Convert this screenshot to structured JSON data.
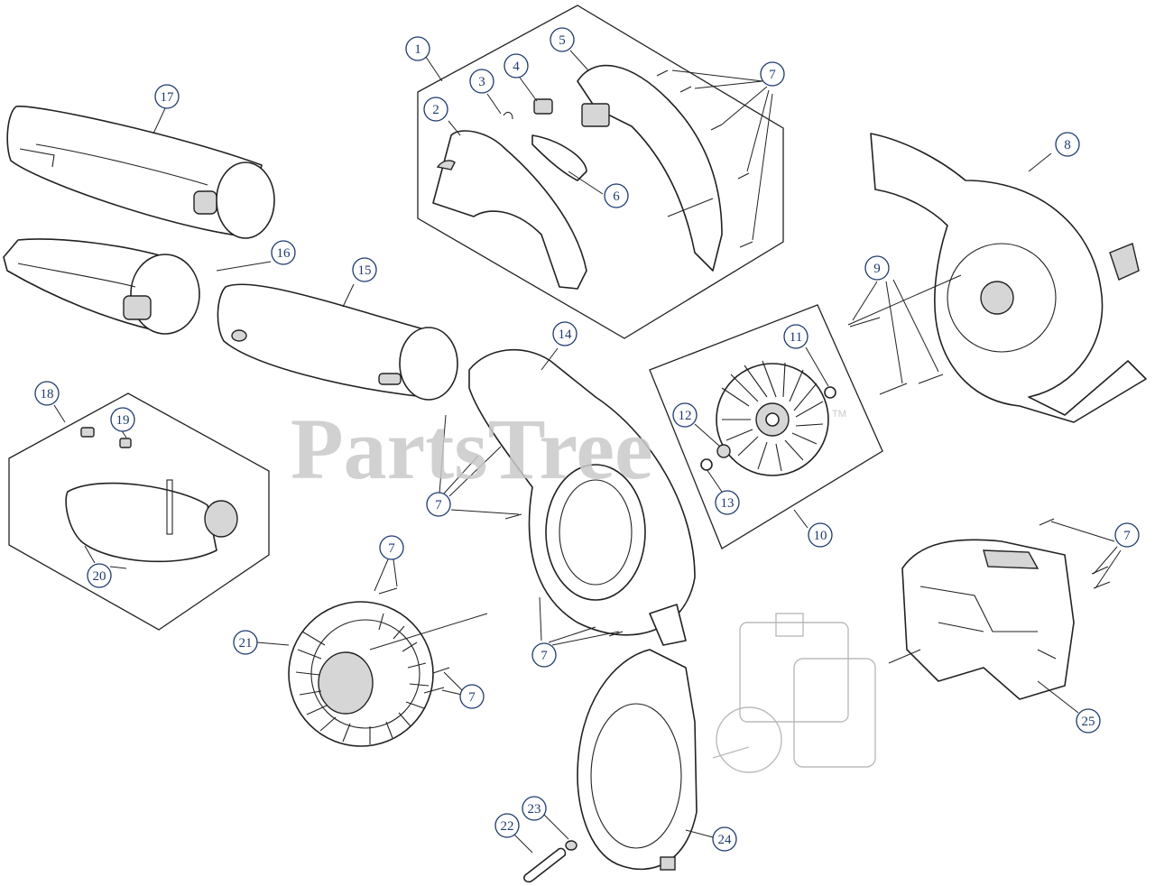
{
  "watermark": {
    "text": "PartsTree",
    "tm": "TM"
  },
  "callouts": {
    "c1": "1",
    "c2": "2",
    "c3": "3",
    "c4": "4",
    "c5": "5",
    "c6": "6",
    "c7a": "7",
    "c7b": "7",
    "c7c": "7",
    "c7d": "7",
    "c7e": "7",
    "c7f": "7",
    "c8": "8",
    "c9": "9",
    "c10": "10",
    "c11": "11",
    "c12": "12",
    "c13": "13",
    "c14": "14",
    "c15": "15",
    "c16": "16",
    "c17": "17",
    "c18": "18",
    "c19": "19",
    "c20": "20",
    "c21": "21",
    "c22": "22",
    "c23": "23",
    "c24": "24",
    "c25": "25"
  },
  "colors": {
    "callout": "#1e3a6e",
    "line": "#222222",
    "shade": "#d6d6d6",
    "watermark": "#c9c9c9"
  }
}
